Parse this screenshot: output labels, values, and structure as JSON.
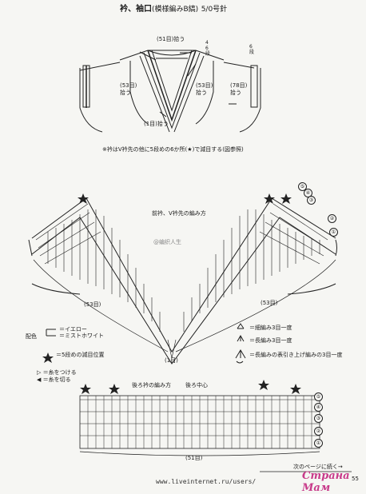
{
  "header": {
    "title": "衿、袖口",
    "title_sub": "(模様編みB縞)",
    "needle": "5/0号針"
  },
  "top_diagram": {
    "top_count": "(51目)拾う",
    "left_neck": "(53目)\n拾う",
    "right_neck": "(53目)\n拾う",
    "bottom_count": "(1目)拾う",
    "rows_left": "4\n6\n段",
    "rows_right": "6\n段",
    "sleeve_count": "(78目)\n拾う"
  },
  "note": "※衿はV衿先の他に5段めの6か所(★)で減目する(図参照)",
  "front_diagram": {
    "title": "前衿、V衿先の編み方",
    "left_count": "(53目)",
    "right_count": "(53目)",
    "center_count": "(1目)",
    "watermark": "@编织人生",
    "row_marks": [
      "⑤",
      "④",
      "③",
      "②",
      "①"
    ]
  },
  "legend": {
    "color_label": "配色",
    "items": [
      {
        "label": "＝イエロー"
      },
      {
        "label": "＝ミストホワイト"
      },
      {
        "label": "＝5段めの減目位置"
      }
    ],
    "attach": "＝糸をつける",
    "cut": "＝糸を切る",
    "symbols": [
      {
        "label": "＝細編み3目一度"
      },
      {
        "label": "＝長編み3目一度"
      },
      {
        "label": "＝長編みの表引き上げ編みの3目一度"
      }
    ]
  },
  "back_diagram": {
    "title": "後ろ衿の編み方",
    "center": "後ろ中心",
    "count": "(51目)",
    "row_marks": [
      "⑤",
      "④",
      "③",
      "②",
      "①"
    ],
    "continue": "次のページに続く→",
    "page_number": "55"
  },
  "footer": {
    "url": "www.liveinternet.ru/users/",
    "logo": "Страна Мам"
  }
}
